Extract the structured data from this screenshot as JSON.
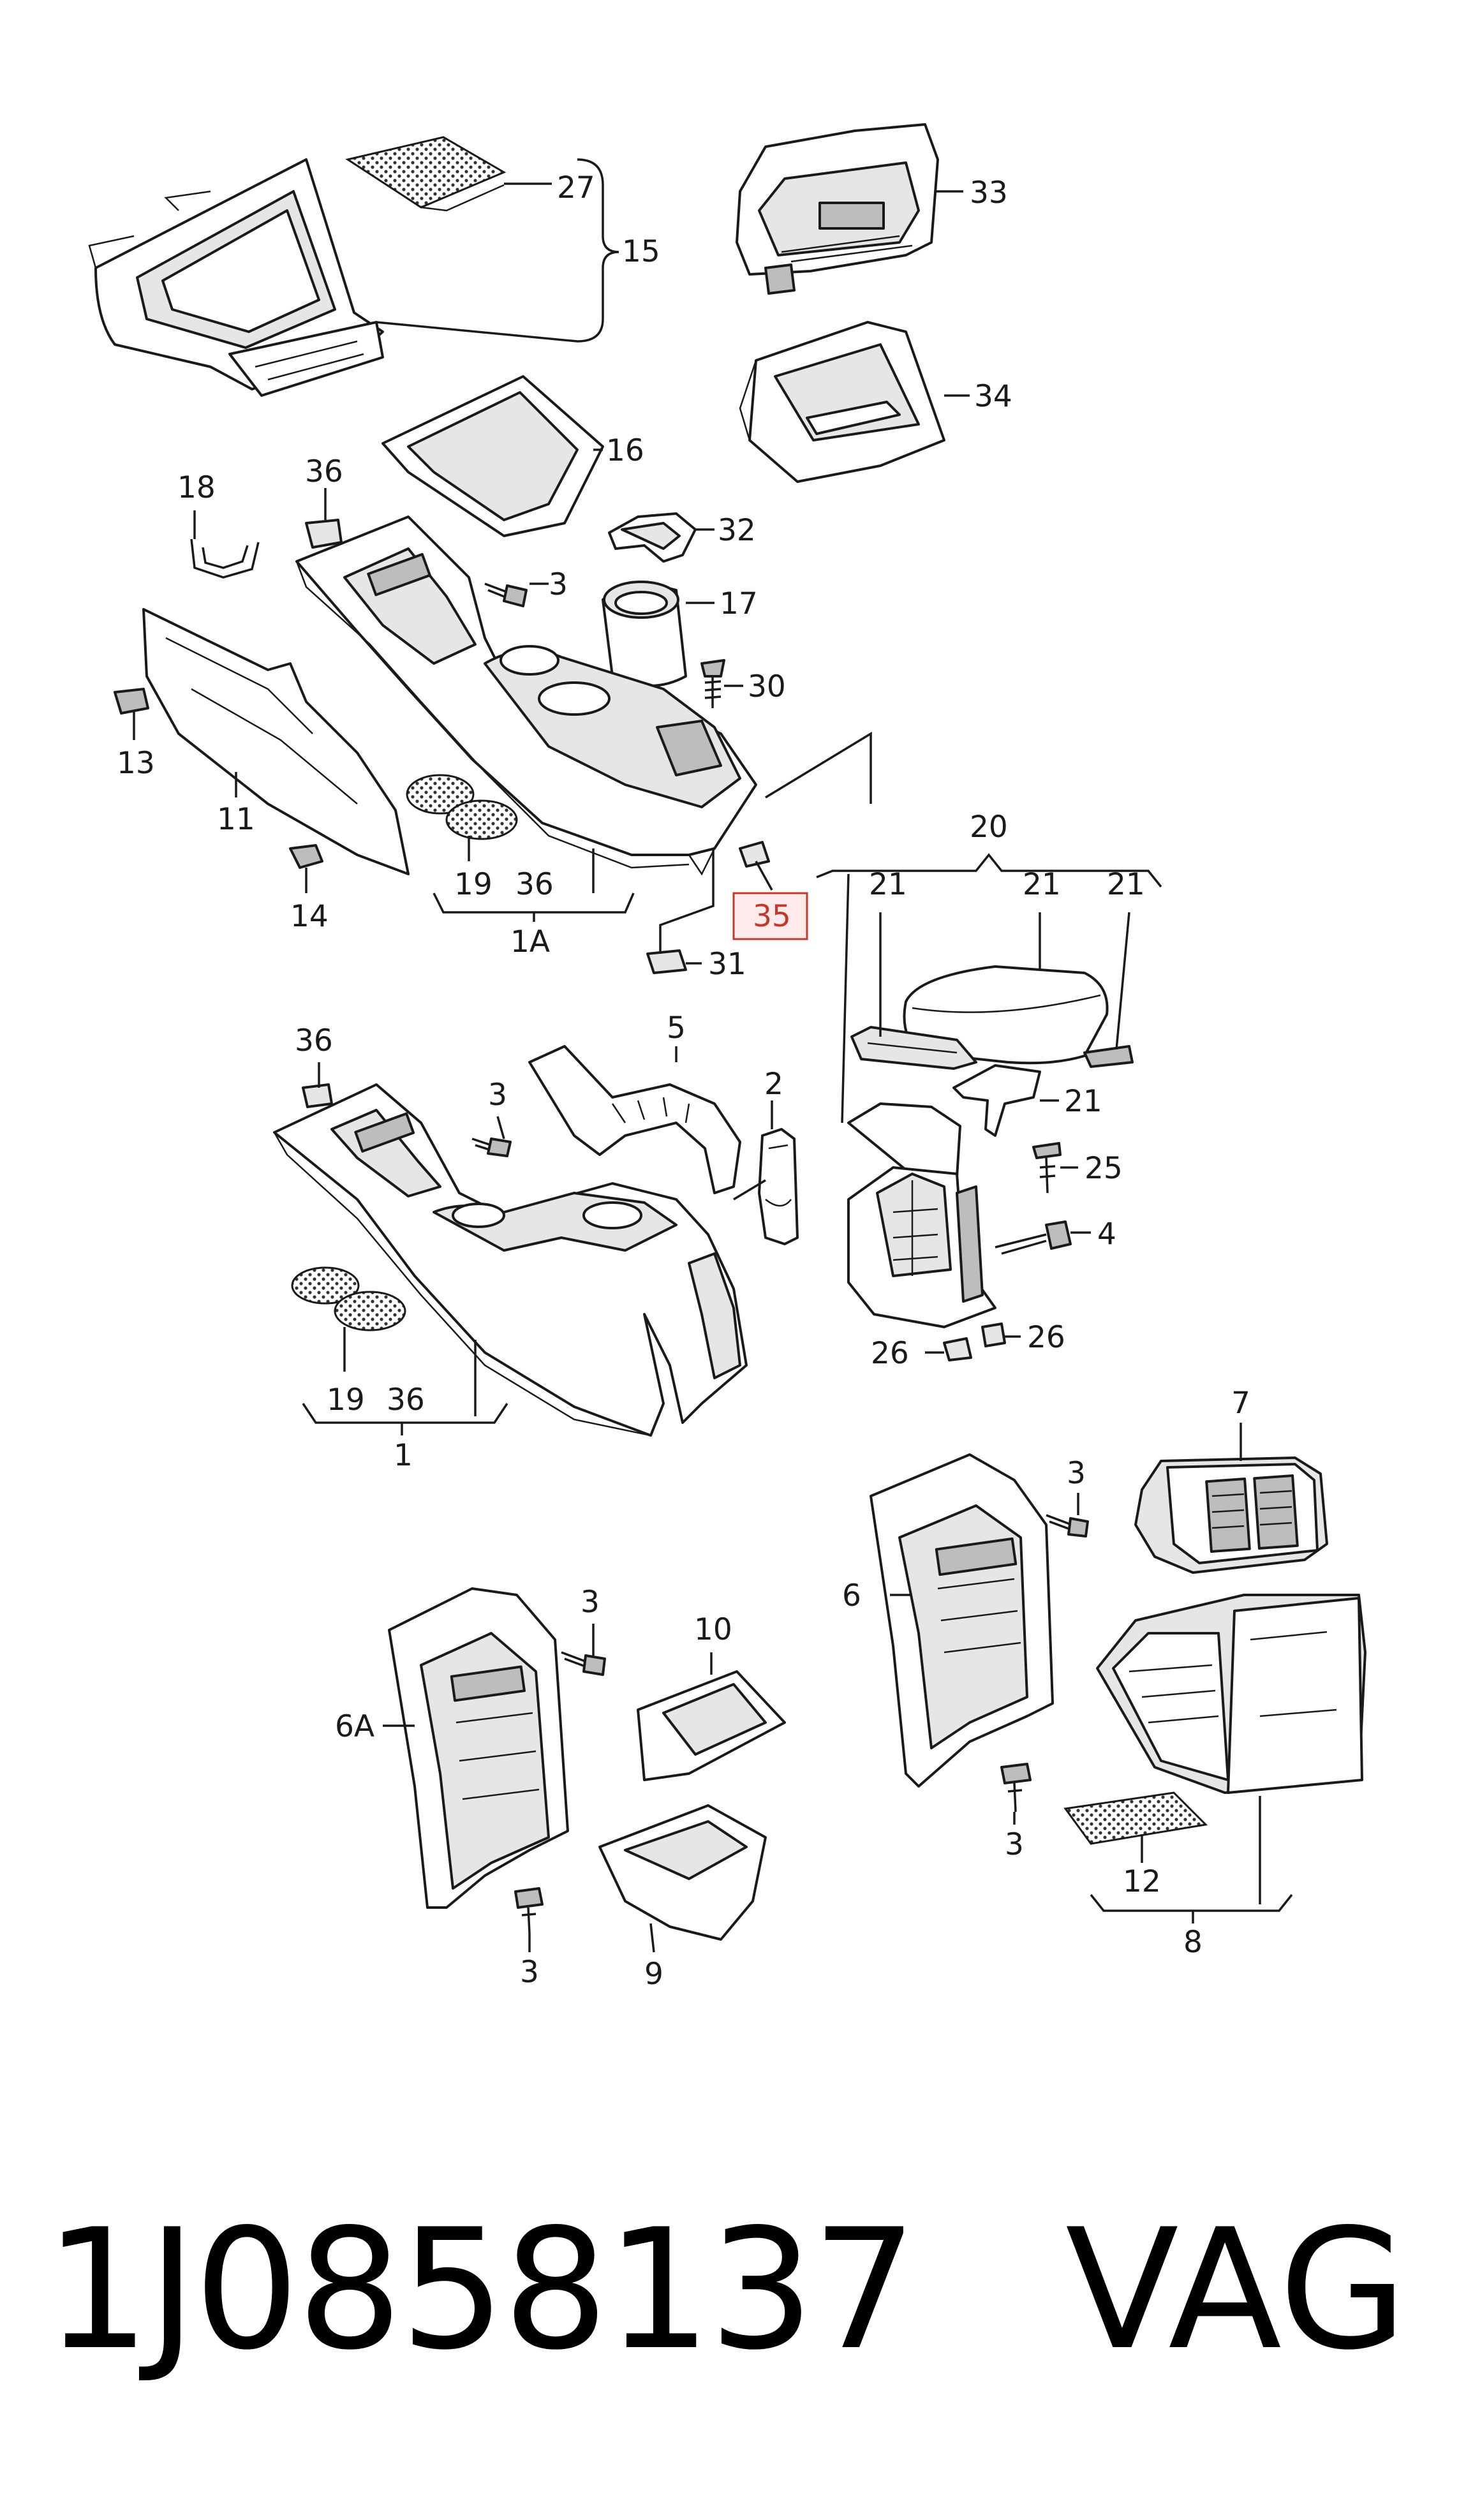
{
  "labels": {
    "p27": "27",
    "p15": "15",
    "p33": "33",
    "p34": "34",
    "p16": "16",
    "p18": "18",
    "p36a": "36",
    "p32": "32",
    "p3a": "3",
    "p17": "17",
    "p30": "30",
    "p13": "13",
    "p11": "11",
    "p19a": "19",
    "p36b": "36",
    "p14": "14",
    "p1A": "1A",
    "p35": "35",
    "p31": "31",
    "p20": "20",
    "p21a": "21",
    "p21b": "21",
    "p21c": "21",
    "p21d": "21",
    "p25": "25",
    "p4": "4",
    "p26a": "26",
    "p26b": "26",
    "p36c": "36",
    "p5": "5",
    "p2": "2",
    "p3b": "3",
    "p19b": "19",
    "p36d": "36",
    "p1": "1",
    "p7": "7",
    "p3c": "3",
    "p6": "6",
    "p3d": "3",
    "p12": "12",
    "p8": "8",
    "p3e": "3",
    "p10": "10",
    "p6A": "6A",
    "p3f": "3",
    "p9": "9"
  },
  "highlight": {
    "part": "35",
    "color": "#c0392b",
    "box_fill": "#fdeaea"
  },
  "footer": {
    "part_number": "1J0858137",
    "brand": "VAG"
  }
}
